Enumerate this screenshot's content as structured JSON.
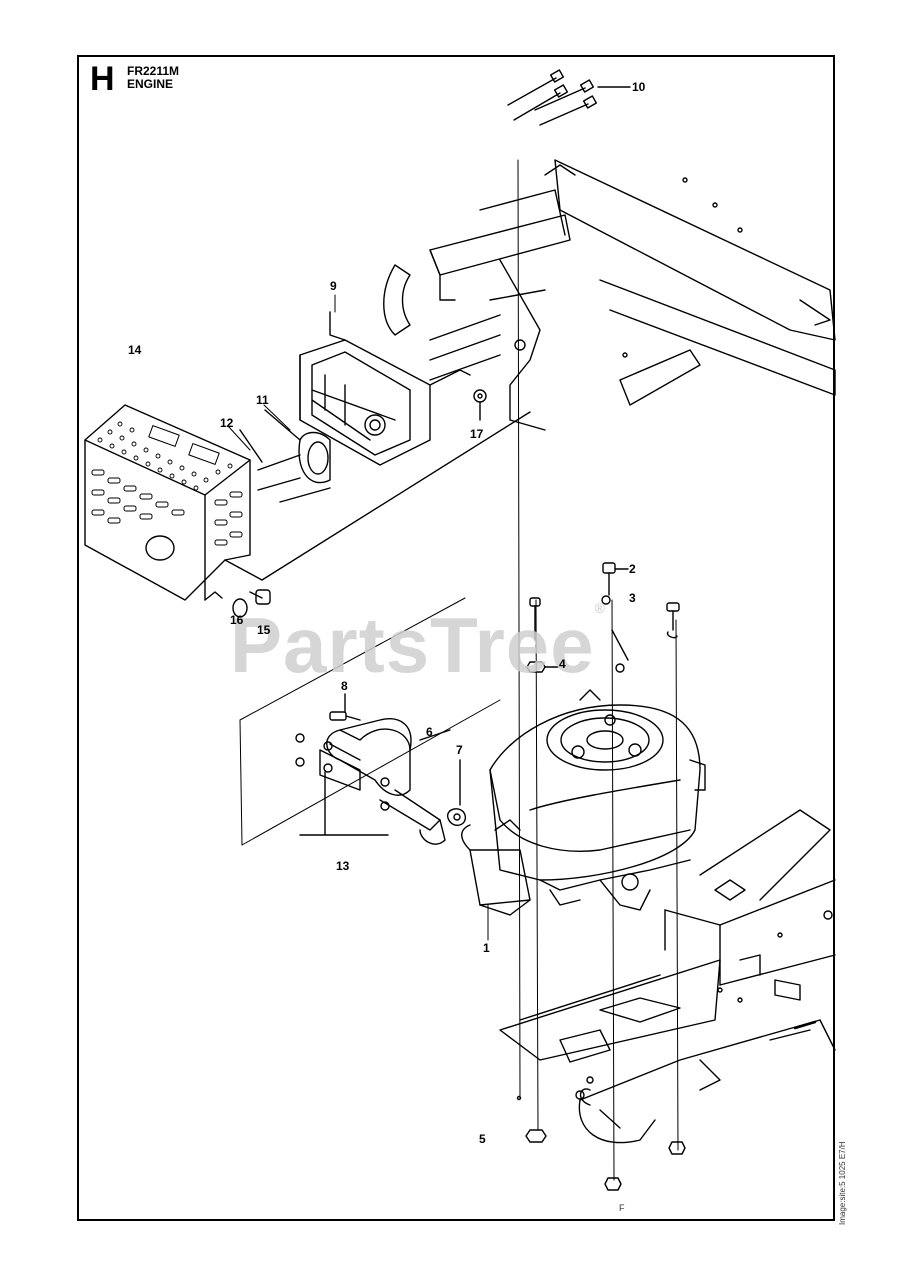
{
  "header": {
    "section_letter": "H",
    "model": "FR2211M",
    "subtitle": "ENGINE"
  },
  "watermark": {
    "text": "PartsTree",
    "mark": "®"
  },
  "side_text": "Image:site:5 1025 E7/H",
  "foot_mark": "F",
  "callouts": [
    {
      "id": "c1",
      "label": "1"
    },
    {
      "id": "c2",
      "label": "2"
    },
    {
      "id": "c3",
      "label": "3"
    },
    {
      "id": "c4",
      "label": "4"
    },
    {
      "id": "c5",
      "label": "5"
    },
    {
      "id": "c6",
      "label": "6"
    },
    {
      "id": "c7",
      "label": "7"
    },
    {
      "id": "c8",
      "label": "8"
    },
    {
      "id": "c9",
      "label": "9"
    },
    {
      "id": "c10",
      "label": "10"
    },
    {
      "id": "c11",
      "label": "11"
    },
    {
      "id": "c12",
      "label": "12"
    },
    {
      "id": "c13",
      "label": "13"
    },
    {
      "id": "c14",
      "label": "14"
    },
    {
      "id": "c15",
      "label": "15"
    },
    {
      "id": "c16",
      "label": "16"
    },
    {
      "id": "c17",
      "label": "17"
    }
  ]
}
